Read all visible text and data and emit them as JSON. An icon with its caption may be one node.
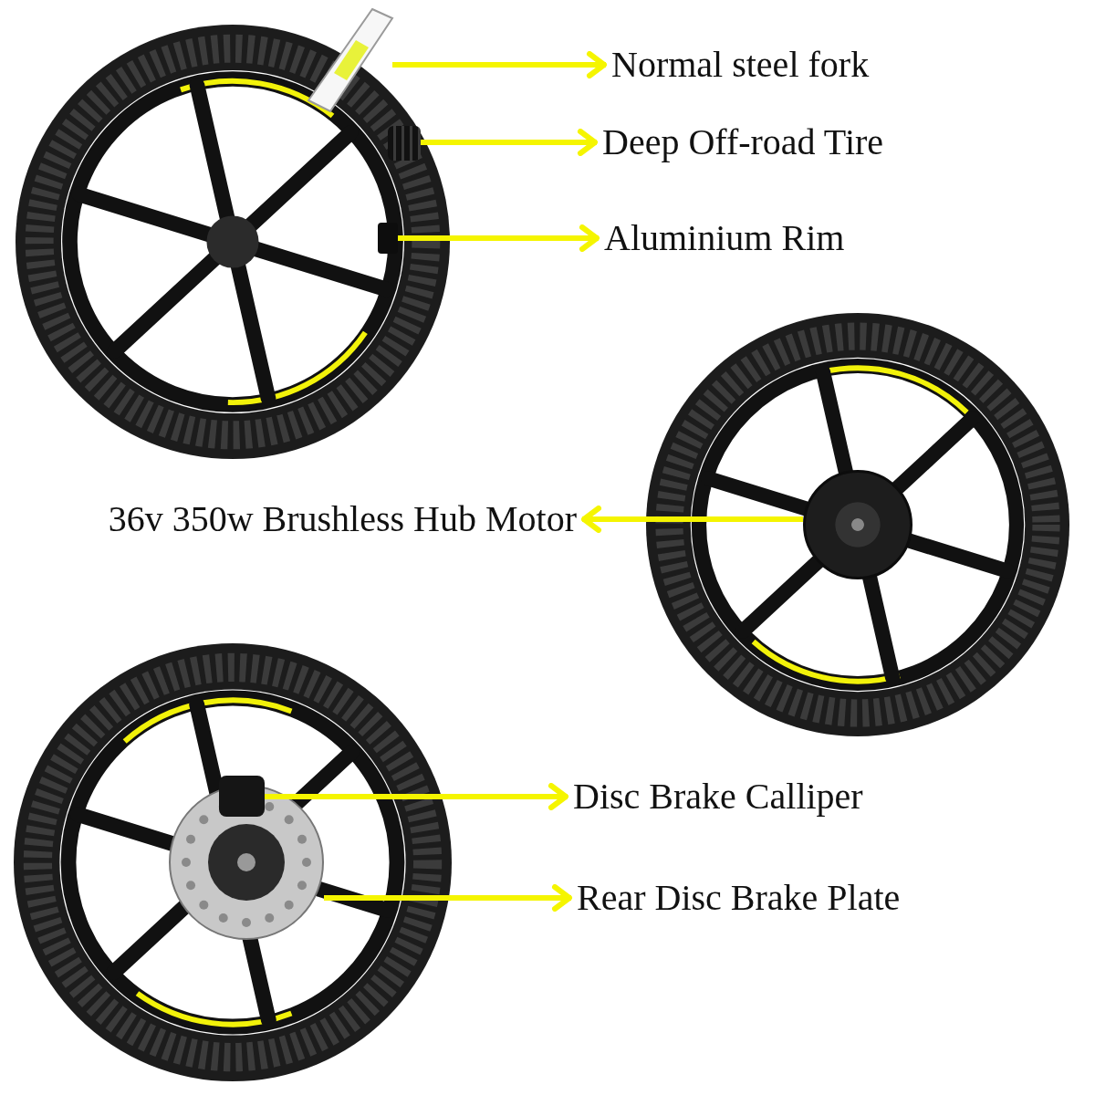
{
  "diagram": {
    "nodes": [
      {
        "text": [
          "Normal steel fork"
        ]
      },
      {
        "text": [
          "Deep Off-road Tire"
        ]
      },
      {
        "text": [
          "Aluminium Rim"
        ]
      },
      {
        "text": [
          "36v 350w Brushless Hub Motor"
        ]
      },
      {
        "text": [
          "Disc Brake Calliper"
        ]
      },
      {
        "text": [
          "Rear Disc Brake Plate"
        ]
      },
      {
        "text": [],
        "shape": "picture"
      },
      {
        "text": [],
        "shape": "picture"
      },
      {
        "text": [],
        "shape": "picture"
      },
      {
        "text": [],
        "shape": "picture"
      },
      {
        "text": [],
        "shape": "picture"
      },
      {
        "text": [],
        "shape": "picture"
      }
    ],
    "edges": [
      {
        "from": 6,
        "to": 0,
        "arrow": "to"
      },
      {
        "from": 7,
        "to": 1,
        "arrow": "to"
      },
      {
        "from": 8,
        "to": 2,
        "arrow": "to"
      },
      {
        "from": 9,
        "to": 3,
        "arrow": "to"
      },
      {
        "from": 11,
        "to": 4,
        "arrow": "to"
      },
      {
        "from": 10,
        "to": 5,
        "arrow": "to"
      }
    ]
  }
}
